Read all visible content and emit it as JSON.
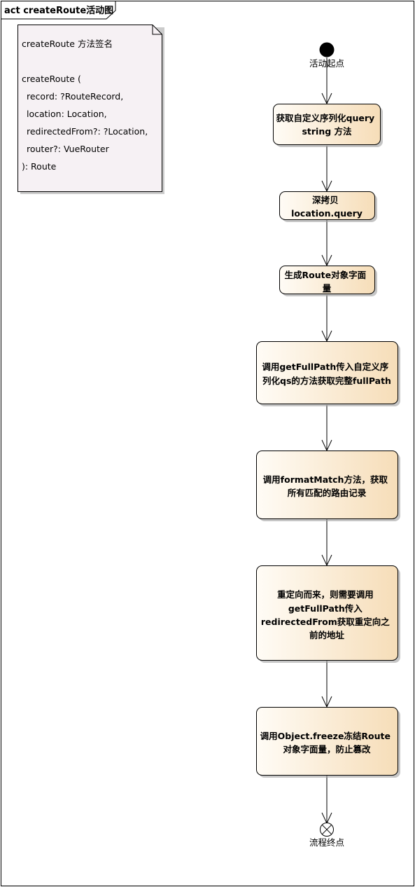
{
  "frame": {
    "title": "act createRoute活动图"
  },
  "note": {
    "lines": [
      "createRoute 方法签名",
      "",
      "createRoute (",
      "  record: ?RouteRecord,",
      "  location: Location,",
      "  redirectedFrom?: ?Location,",
      "  router?: VueRouter",
      "): Route"
    ]
  },
  "start": {
    "label": "活动起点"
  },
  "end": {
    "label": "流程终点"
  },
  "activities": [
    {
      "lines": [
        "获取自定义序列化query",
        "string 方法"
      ]
    },
    {
      "lines": [
        "深拷贝",
        "location.query"
      ]
    },
    {
      "lines": [
        "生成Route对象字面",
        "量"
      ]
    },
    {
      "lines": [
        "调用getFullPath传入自定义序",
        "列化qs的方法获取完整fullPath"
      ]
    },
    {
      "lines": [
        "调用formatMatch方法，获取",
        "所有匹配的路由记录"
      ]
    },
    {
      "lines": [
        "重定向而来，则需要调用",
        "getFullPath传入",
        "redirectedFrom获取重定向之",
        "前的地址"
      ]
    },
    {
      "lines": [
        "调用Object.freeze冻结Route",
        "对象字面量，防止篡改"
      ]
    }
  ],
  "colors": {
    "activity_fill_light": "#fffcf6",
    "activity_fill_dark": "#f6ddb8",
    "note_fill": "#f6f1f4",
    "shadow": "#a0a0a0",
    "line": "#000000"
  }
}
